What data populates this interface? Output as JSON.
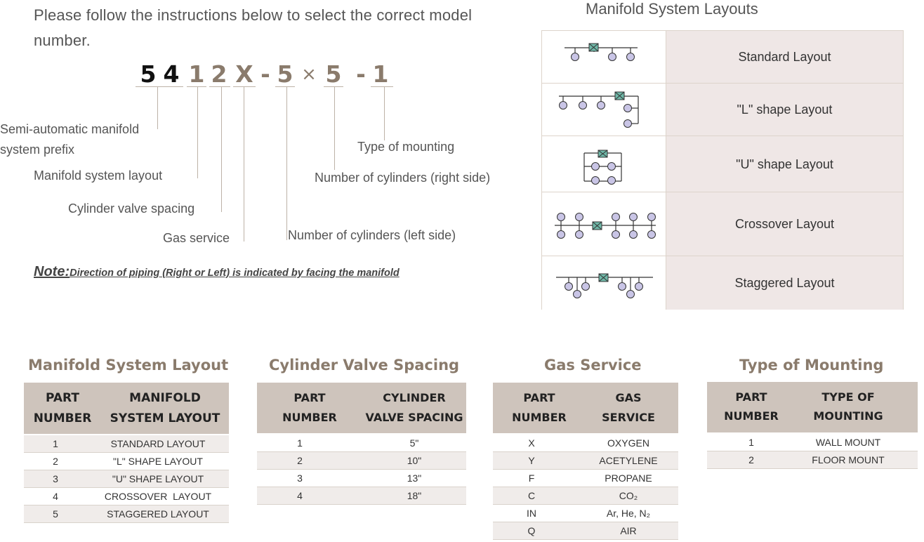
{
  "intro": "Please follow the instructions below to select the correct model number.",
  "model": {
    "digits": [
      "5",
      "4",
      "1",
      "2",
      "X",
      "-",
      "5",
      "×",
      "5",
      "-",
      "1"
    ]
  },
  "labels": {
    "prefix": "Semi-automatic manifold system prefix",
    "layout": "Manifold system layout",
    "spacing": "Cylinder valve spacing",
    "gas": "Gas service",
    "left_cyl": "Number of cylinders (left side)",
    "right_cyl": "Number of cylinders (right side)",
    "mounting": "Type of mounting"
  },
  "note": {
    "lead": "Note:",
    "text": "Direction of piping (Right or Left) is indicated by facing the manifold"
  },
  "layouts": {
    "title": "Manifold System Layouts",
    "items": [
      "Standard Layout",
      "\"L\" shape Layout",
      "\"U\" shape Layout",
      "Crossover Layout",
      "Staggered Layout"
    ]
  },
  "tables": {
    "layout": {
      "title": "Manifold System Layout",
      "h1a": "PART",
      "h1b": "NUMBER",
      "h2a": "MANIFOLD",
      "h2b": "SYSTEM LAYOUT",
      "rows": [
        [
          "1",
          "STANDARD LAYOUT"
        ],
        [
          "2",
          "\"L\" SHAPE LAYOUT"
        ],
        [
          "3",
          "\"U\" SHAPE LAYOUT"
        ],
        [
          "4",
          "CROSSOVER  LAYOUT"
        ],
        [
          "5",
          "STAGGERED LAYOUT"
        ]
      ]
    },
    "spacing": {
      "title": "Cylinder Valve Spacing",
      "h1a": "PART",
      "h1b": "NUMBER",
      "h2a": "CYLINDER",
      "h2b": "VALVE SPACING",
      "rows": [
        [
          "1",
          "5\""
        ],
        [
          "2",
          "10\""
        ],
        [
          "3",
          "13\""
        ],
        [
          "4",
          "18\""
        ]
      ]
    },
    "gas": {
      "title": "Gas Service",
      "h1a": "PART",
      "h1b": "NUMBER",
      "h2a": "GAS",
      "h2b": "SERVICE",
      "rows": [
        [
          "X",
          "OXYGEN"
        ],
        [
          "Y",
          "ACETYLENE"
        ],
        [
          "F",
          "PROPANE"
        ],
        [
          "C",
          "CO₂"
        ],
        [
          "IN",
          "Ar, He, N₂"
        ],
        [
          "Q",
          "AIR"
        ]
      ]
    },
    "mounting": {
      "title": "Type of Mounting",
      "h1a": "PART",
      "h1b": "NUMBER",
      "h2a": "TYPE OF",
      "h2b": "MOUNTING",
      "rows": [
        [
          "1",
          "WALL MOUNT"
        ],
        [
          "2",
          "FLOOR MOUNT"
        ]
      ]
    }
  },
  "colors": {
    "accent": "#8a7b6c",
    "header_bg": "#cec4bc",
    "row_alt": "#f0ecea",
    "layout_bg": "#efe7e6",
    "circle": "#c9c5e6",
    "valve": "#6fb8a8"
  }
}
